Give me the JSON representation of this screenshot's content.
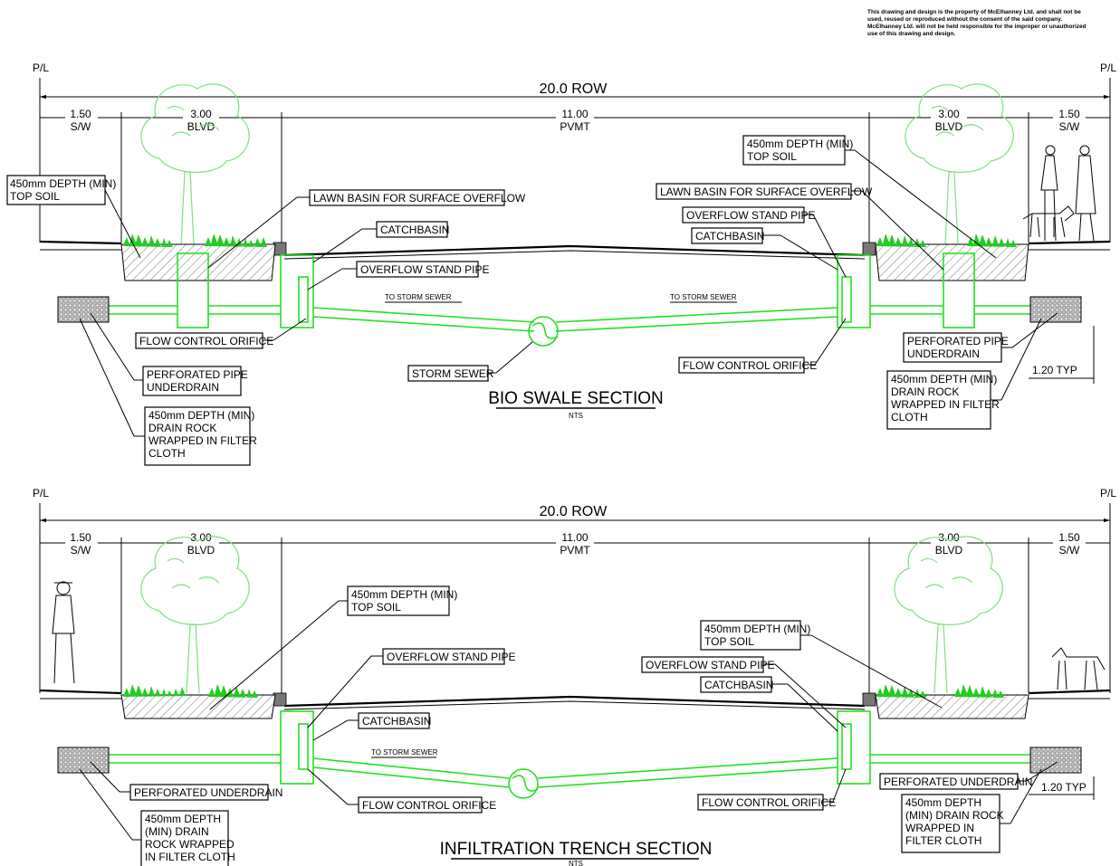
{
  "disclaimer": [
    "This drawing and design is the property of McElhanney Ltd. and shall not be",
    "used, reused or reproduced without the consent of the said company.",
    "McElhanney Ltd. will not be held responsible for the improper or unauthorized",
    "use of this drawing and design."
  ],
  "common": {
    "pl": "P/L",
    "row": "20.0 ROW",
    "sw_dim": "1.50",
    "sw": "S/W",
    "blvd_dim": "3.00",
    "blvd": "BLVD",
    "pvmt_dim": "11.00",
    "pvmt": "PVMT",
    "to_storm_sewer": "TO STORM SEWER",
    "nts": "NTS",
    "typ": "1.20 TYP"
  },
  "bio": {
    "title": "BIO SWALE SECTION",
    "topsoil_left": [
      "450mm DEPTH (MIN)",
      "TOP SOIL"
    ],
    "topsoil_right": [
      "450mm DEPTH (MIN)",
      "TOP SOIL"
    ],
    "lawn_left": "LAWN BASIN FOR SURFACE OVERFLOW",
    "lawn_right": "LAWN BASIN FOR SURFACE OVERFLOW",
    "catchbasin_left": "CATCHBASIN",
    "catchbasin_right": "CATCHBASIN",
    "standpipe_left": "OVERFLOW STAND PIPE",
    "standpipe_right": "OVERFLOW STAND PIPE",
    "orifice_left": "FLOW CONTROL ORIFICE",
    "orifice_right": "FLOW CONTROL ORIFICE",
    "storm_sewer": "STORM SEWER",
    "underdrain_left": [
      "PERFORATED PIPE",
      "UNDERDRAIN"
    ],
    "underdrain_right": [
      "PERFORATED PIPE",
      "UNDERDRAIN"
    ],
    "rock_left": [
      "450mm DEPTH (MIN)",
      "DRAIN ROCK",
      "WRAPPED IN FILTER",
      "CLOTH"
    ],
    "rock_right": [
      "450mm DEPTH (MIN)",
      "DRAIN ROCK",
      "WRAPPED IN FILTER",
      "CLOTH"
    ]
  },
  "infil": {
    "title": "INFILTRATION TRENCH SECTION",
    "topsoil_left": [
      "450mm DEPTH (MIN)",
      "TOP SOIL"
    ],
    "topsoil_right": [
      "450mm DEPTH (MIN)",
      "TOP SOIL"
    ],
    "standpipe_left": "OVERFLOW STAND PIPE",
    "standpipe_right": "OVERFLOW STAND PIPE",
    "catchbasin_left": "CATCHBASIN",
    "catchbasin_right": "CATCHBASIN",
    "orifice_left": "FLOW CONTROL ORIFICE",
    "orifice_right": "FLOW CONTROL ORIFICE",
    "underdrain_left": "PERFORATED UNDERDRAIN",
    "underdrain_right": "PERFORATED UNDERDRAIN",
    "rock_left": [
      "450mm DEPTH",
      "(MIN) DRAIN",
      "ROCK WRAPPED",
      "IN FILTER CLOTH"
    ],
    "rock_right": [
      "450mm DEPTH",
      "(MIN) DRAIN ROCK",
      "WRAPPED IN",
      "FILTER CLOTH"
    ]
  },
  "colors": {
    "pipe_green": "#22e022",
    "tree_green": "#7fe07f",
    "grass_green": "#22cc22",
    "hatch_gray": "#777777"
  }
}
